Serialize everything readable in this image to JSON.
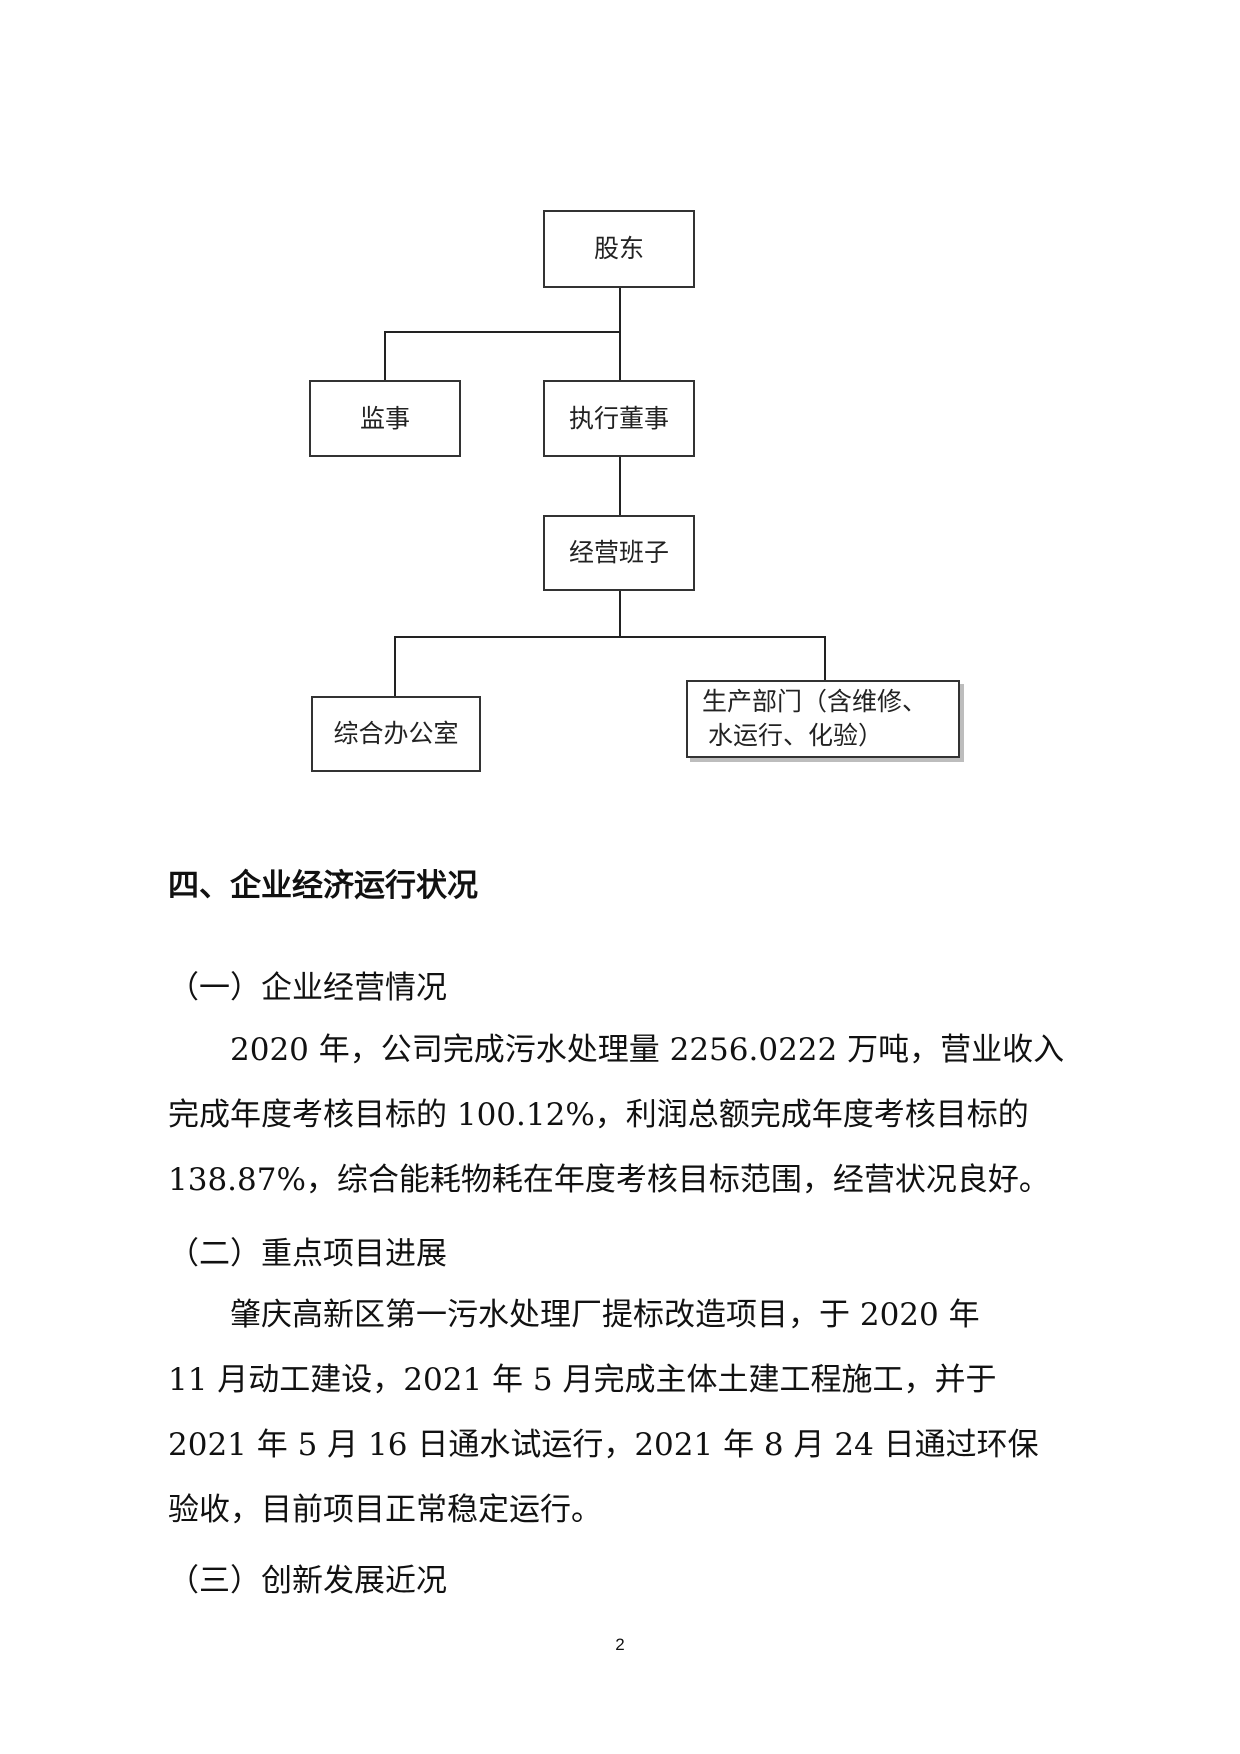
{
  "org_chart": {
    "shareholders": "股东",
    "supervisor": "监事",
    "executive_director": "执行董事",
    "management_team": "经营班子",
    "general_office": "综合办公室",
    "production_dept_line1": "生产部门（含维修、",
    "production_dept_line2": "水运行、化验）"
  },
  "section_title": "四、企业经济运行状况",
  "sub1": {
    "title": "（一）企业经营情况",
    "lines": [
      "2020 年，公司完成污水处理量 2256.0222 万吨，营业收入",
      "完成年度考核目标的 100.12%，利润总额完成年度考核目标的",
      "138.87%，综合能耗物耗在年度考核目标范围，经营状况良好。"
    ]
  },
  "sub2": {
    "title": "（二）重点项目进展",
    "lines": [
      "肇庆高新区第一污水处理厂提标改造项目，于 2020 年",
      "11 月动工建设，2021 年 5 月完成主体土建工程施工，并于",
      "2021 年 5 月 16 日通水试运行，2021 年 8 月 24 日通过环保",
      "验收，目前项目正常稳定运行。"
    ]
  },
  "sub3": {
    "title": "（三）创新发展近况"
  },
  "page_number": "2"
}
